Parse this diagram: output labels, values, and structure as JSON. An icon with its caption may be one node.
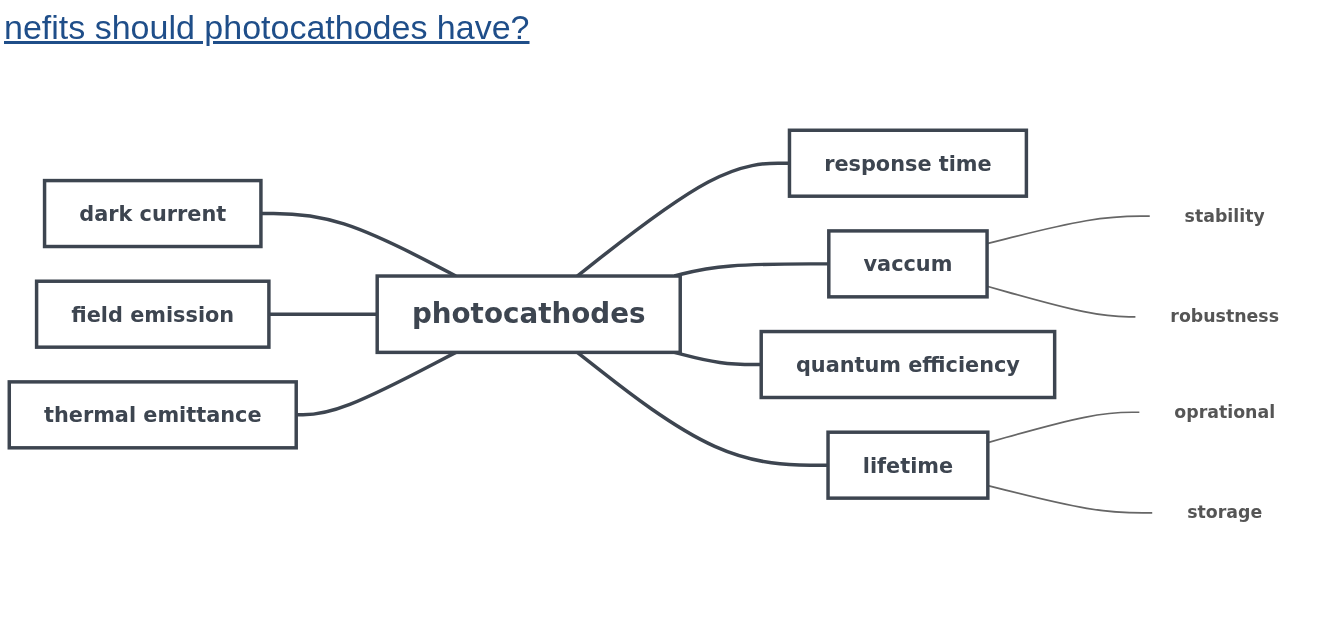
{
  "diagram": {
    "title": "nefits should photocathodes have?",
    "nodes": [
      {
        "text": [
          "photocathodes"
        ]
      },
      {
        "text": [
          "dark current"
        ]
      },
      {
        "text": [
          "field emission"
        ]
      },
      {
        "text": [
          "thermal emittance"
        ]
      },
      {
        "text": [
          "response time"
        ]
      },
      {
        "text": [
          "vaccum"
        ]
      },
      {
        "text": [
          "quantum efficiency"
        ]
      },
      {
        "text": [
          "lifetime"
        ]
      },
      {
        "text": [
          "stability"
        ]
      },
      {
        "text": [
          "robustness"
        ]
      },
      {
        "text": [
          "oprational"
        ]
      },
      {
        "text": [
          "storage"
        ]
      }
    ],
    "edges": [
      {
        "from": 1,
        "to": 0,
        "arrow": "none"
      },
      {
        "from": 2,
        "to": 0,
        "arrow": "none"
      },
      {
        "from": 3,
        "to": 0,
        "arrow": "none"
      },
      {
        "from": 0,
        "to": 4,
        "arrow": "none"
      },
      {
        "from": 0,
        "to": 5,
        "arrow": "none"
      },
      {
        "from": 0,
        "to": 6,
        "arrow": "none"
      },
      {
        "from": 0,
        "to": 7,
        "arrow": "none"
      },
      {
        "from": 5,
        "to": 8,
        "arrow": "none"
      },
      {
        "from": 5,
        "to": 9,
        "arrow": "none"
      },
      {
        "from": 7,
        "to": 10,
        "arrow": "none"
      },
      {
        "from": 7,
        "to": 11,
        "arrow": "none"
      }
    ]
  }
}
